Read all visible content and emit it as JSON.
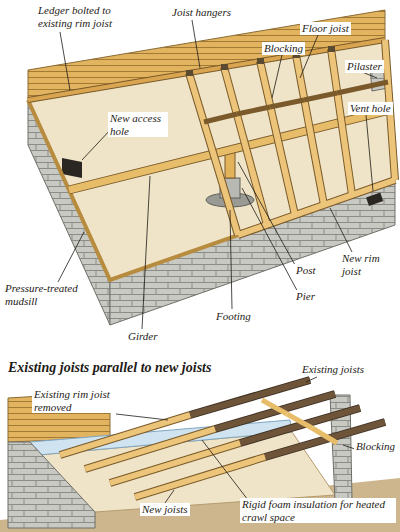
{
  "diagram": {
    "labels": [
      "Ledger bolted to existing rim joist",
      "Joist hangers",
      "Floor joist",
      "Blocking",
      "Pilaster",
      "Vent hole",
      "New access hole",
      "New rim joist",
      "Post",
      "Pier",
      "Footing",
      "Girder",
      "Pressure-treated mudsill",
      "Existing joists parallel to new joists",
      "Existing rim joist removed",
      "Existing joists",
      "New joists",
      "Blocking",
      "Rigid foam insulation for heated crawl space"
    ]
  }
}
